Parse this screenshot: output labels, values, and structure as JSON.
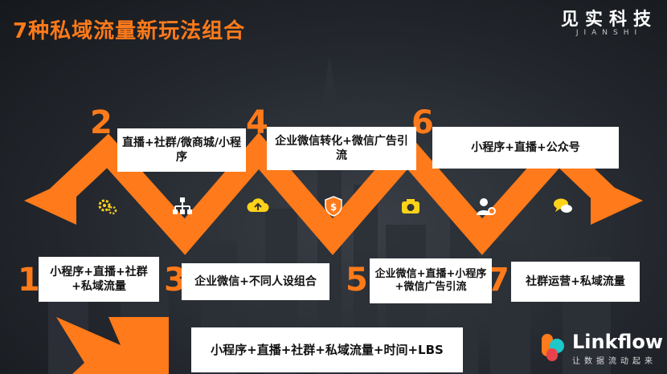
{
  "title": "7种私域流量新玩法组合",
  "brand": {
    "name": "见实科技",
    "pinyin": "JIANSHI"
  },
  "steps": [
    {
      "num": "1",
      "text": "小程序+直播+社群+私域流量"
    },
    {
      "num": "2",
      "text": "直播+社群/微商城/小程序"
    },
    {
      "num": "3",
      "text": "企业微信+不同人设组合"
    },
    {
      "num": "4",
      "text": "企业微信转化+微信广告引流"
    },
    {
      "num": "5",
      "text": "企业微信+直播+小程序+微信广告引流"
    },
    {
      "num": "6",
      "text": "小程序+直播+公众号"
    },
    {
      "num": "7",
      "text": "社群运营+私域流量"
    }
  ],
  "summary": "小程序+直播+社群+私域流量+时间+LBS",
  "icons": [
    "gear-icon",
    "org-chart-icon",
    "cloud-upload-icon",
    "shield-dollar-icon",
    "camera-icon",
    "user-settings-icon",
    "chat-icon"
  ],
  "logo": {
    "name": "Linkflow",
    "tagline": "让数据流动起来"
  },
  "colors": {
    "accent": "#ff7a1a",
    "background": "#24282e",
    "box": "#ffffff"
  }
}
